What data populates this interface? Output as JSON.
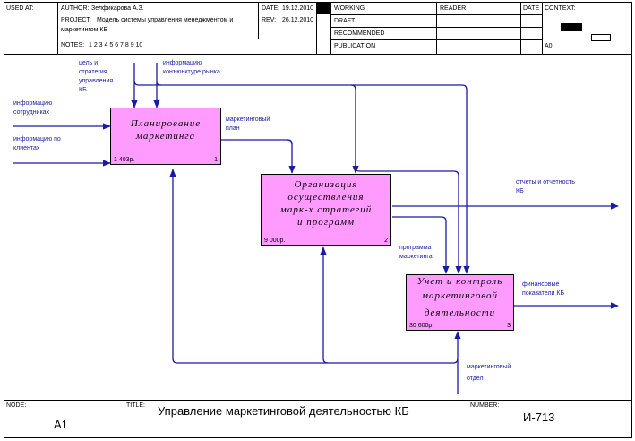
{
  "header": {
    "used_at_label": "USED AT:",
    "author_label": "AUTHOR:",
    "author_value": "Зелфикарова А.З.",
    "project_label": "PROJECT:",
    "project_value_line1": "Модель системы управления менеджментом и",
    "project_value_line2": "маркетингом КБ",
    "notes_label": "NOTES:",
    "notes_value": "1 2 3 4 5 6 7 8 9 10",
    "date_label": "DATE:",
    "date_value": "19.12.2010",
    "rev_label": "REV:",
    "rev_value": "26.12.2010",
    "status_working": "WORKING",
    "status_draft": "DRAFT",
    "status_recommended": "RECOMMENDED",
    "status_publication": "PUBLICATION",
    "reader_label": "READER",
    "reader_date_label": "DATE",
    "context_label": "CONTEXT:",
    "context_node": "A0"
  },
  "boxes": [
    {
      "title_line1": "Планирование",
      "title_line2": "маркетинга",
      "cost": "1 403р.",
      "number": "1"
    },
    {
      "title_line1": "Организация",
      "title_line2": "осуществления",
      "title_line3": "марк-х стратегий",
      "title_line4": "и программ",
      "cost": "9 000р.",
      "number": "2"
    },
    {
      "title_line1": "Учет и контроль",
      "title_line2": "маркетинговой",
      "title_line3": "деятельности",
      "cost": "30 600р.",
      "number": "3"
    }
  ],
  "arrows": {
    "control_goals_line1": "цель и",
    "control_goals_line2": "стратегия",
    "control_goals_line3": "управления",
    "control_goals_line4": "КБ",
    "control_market_line1": "информацию",
    "control_market_line2": "конъюнктуре рынка",
    "input_staff_line1": "информацию",
    "input_staff_line2": "сотрудниках",
    "input_clients_line1": "информацию по",
    "input_clients_line2": "клиентах",
    "output_plan_line1": "маркетинговый",
    "output_plan_line2": "план",
    "output_reports_line1": "отчеты и отчетность",
    "output_reports_line2": "КБ",
    "output_program_line1": "программа",
    "output_program_line2": "маркетинга",
    "output_financial_line1": "финансовые",
    "output_financial_line2": "показатели КБ",
    "mechanism_line1": "маркетинговый",
    "mechanism_line2": "отдел"
  },
  "footer": {
    "node_label": "NODE:",
    "node_value": "A1",
    "title_label": "TITLE:",
    "title_value": "Управление маркетинговой деятельностью КБ",
    "number_label": "NUMBER:",
    "number_value": "И-713"
  },
  "colors": {
    "box_fill": "#ff9bff",
    "arrow": "#1a1aa6",
    "border": "#000000"
  }
}
